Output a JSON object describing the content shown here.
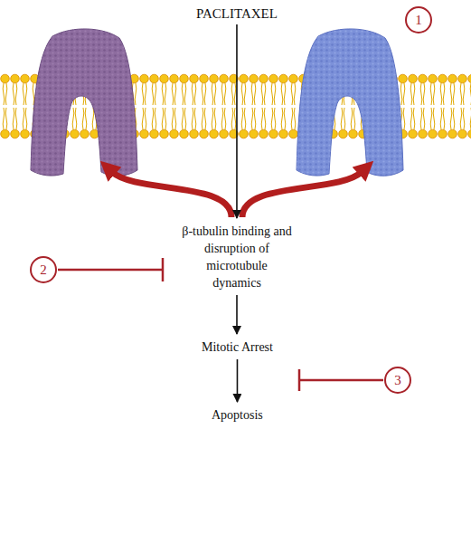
{
  "diagram": {
    "nodes": [
      {
        "text": [
          "PACLITAXEL"
        ]
      },
      {
        "text": [
          "1"
        ]
      },
      {
        "text": [
          "β-tubulin binding and disruption of microtubule dynamics"
        ]
      },
      {
        "text": [
          "2"
        ]
      },
      {
        "text": [
          "Mitotic Arrest"
        ]
      },
      {
        "text": [
          "3"
        ]
      },
      {
        "text": [
          "Apoptosis"
        ]
      }
    ],
    "edges": [
      {
        "from": 0,
        "to": 2,
        "arrow": "to"
      },
      {
        "from": 2,
        "to": 4,
        "arrow": "to"
      },
      {
        "from": 4,
        "to": 6,
        "arrow": "to"
      },
      {
        "from": 3,
        "to": 2,
        "arrow": "to"
      }
    ]
  }
}
